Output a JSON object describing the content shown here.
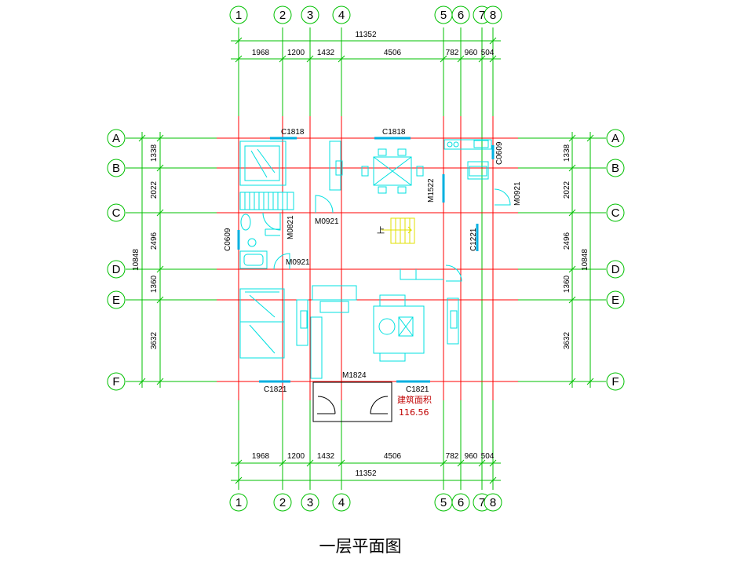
{
  "title": "一层平面图",
  "area": {
    "label": "建筑面积",
    "value": "116.56"
  },
  "axes_vertical": [
    "1",
    "2",
    "3",
    "4",
    "5",
    "6",
    "7",
    "8"
  ],
  "axes_horizontal": [
    "A",
    "B",
    "C",
    "D",
    "E",
    "F"
  ],
  "dims_top": [
    "1968",
    "1200",
    "1432",
    "4506",
    "782",
    "960",
    "504"
  ],
  "total_top": "11352",
  "dims_bottom": [
    "1968",
    "1200",
    "1432",
    "4506",
    "782",
    "960",
    "504"
  ],
  "total_bottom": "11352",
  "dims_left": [
    "1338",
    "2022",
    "2496",
    "1360",
    "3632"
  ],
  "total_left": "10848",
  "dims_right": [
    "1338",
    "2022",
    "2496",
    "1360",
    "3632"
  ],
  "total_right": "10848",
  "codes": {
    "c1818_a": "C1818",
    "c1818_b": "C1818",
    "c0609_right": "C0609",
    "m1522": "M1522",
    "m0921_right": "M0921",
    "m0921_mid": "M0921",
    "m0821": "M0821",
    "c0609_left": "C0609",
    "m0921_low": "M0921",
    "c1221": "C1221",
    "c1821_left": "C1821",
    "m1824": "M1824",
    "c1821_right": "C1821"
  },
  "stair_label": "上"
}
